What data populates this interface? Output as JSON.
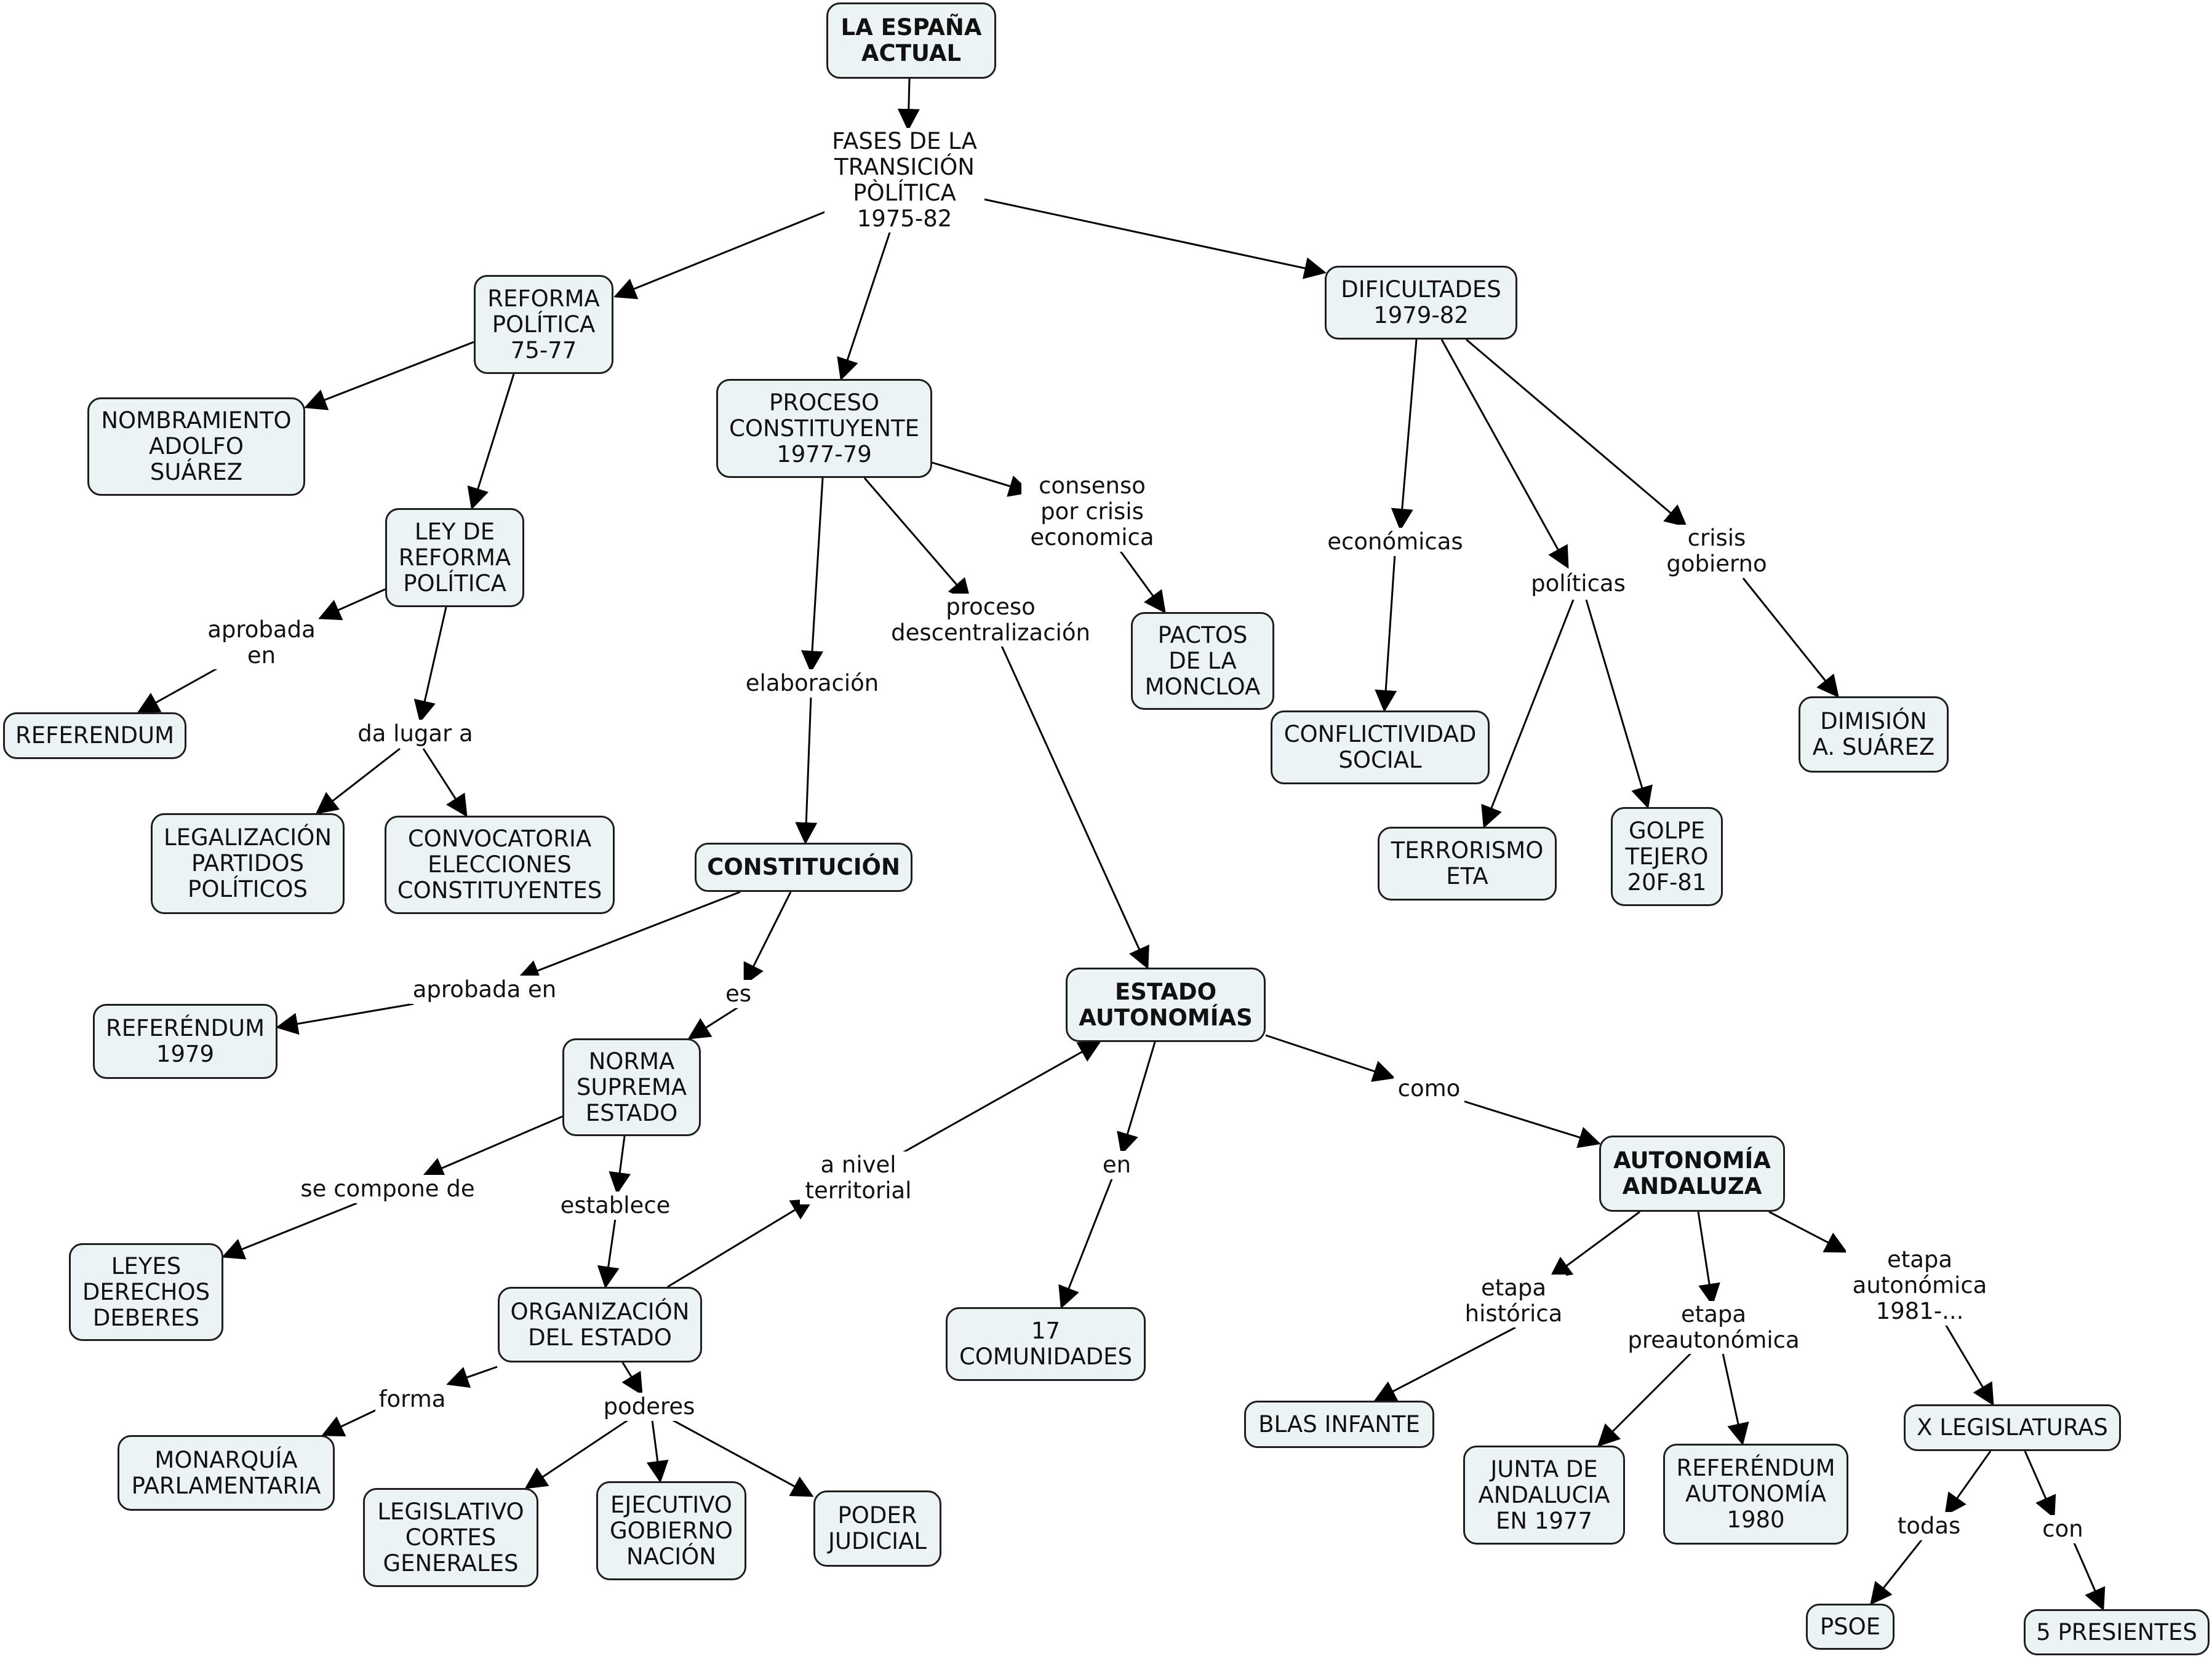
{
  "nodes": {
    "root": "LA ESPAÑA\nACTUAL",
    "reforma": "REFORMA\nPOLÍTICA\n75-77",
    "nombramiento": "NOMBRAMIENTO\nADOLFO\nSUÁREZ",
    "ley_reforma": "LEY DE\nREFORMA\nPOLÍTICA",
    "referendum": "REFERENDUM",
    "legalizacion": "LEGALIZACIÓN\nPARTIDOS\nPOLÍTICOS",
    "convocatoria": "CONVOCATORIA\nELECCIONES\nCONSTITUYENTES",
    "proceso": "PROCESO\nCONSTITUYENTE\n1977-79",
    "pactos": "PACTOS\nDE LA\nMONCLOA",
    "constitucion": "CONSTITUCIÓN",
    "referendum_1979": "REFERÉNDUM\n1979",
    "norma": "NORMA\nSUPREMA\nESTADO",
    "leyes": "LEYES\nDERECHOS\nDEBERES",
    "organizacion": "ORGANIZACIÓN\nDEL ESTADO",
    "monarquia": "MONARQUÍA\nPARLAMENTARIA",
    "legislativo": "LEGISLATIVO\nCORTES\nGENERALES",
    "ejecutivo": "EJECUTIVO\nGOBIERNO\nNACIÓN",
    "judicial": "PODER\nJUDICIAL",
    "estado_autonomias": "ESTADO\nAUTONOMÍAS",
    "comunidades": "17\nCOMUNIDADES",
    "dificultades": "DIFICULTADES\n1979-82",
    "conflictividad": "CONFLICTIVIDAD\nSOCIAL",
    "terrorismo": "TERRORISMO\nETA",
    "golpe": "GOLPE\nTEJERO\n20F-81",
    "dimision": "DIMISIÓN\nA. SUÁREZ",
    "autonomia_andaluza": "AUTONOMÍA\nANDALUZA",
    "blas_infante": "BLAS INFANTE",
    "junta": "JUNTA DE\nANDALUCIA\nEN 1977",
    "referendum_autonomia": "REFERÉNDUM\nAUTONOMÍA\n1980",
    "legislaturas": "X LEGISLATURAS",
    "psoe": "PSOE",
    "presientes": "5 PRESIENTES"
  },
  "links": {
    "fases": "FASES DE LA\nTRANSICIÓN\nPÒLÍTICA\n1975-82",
    "aprobada_en_1": "aprobada\nen",
    "da_lugar_a": "da lugar a",
    "consenso": "consenso\npor crisis\neconomica",
    "proceso_descentralizacion": "proceso\ndescentralización",
    "elaboracion": "elaboración",
    "aprobada_en_2": "aprobada en",
    "es": "es",
    "se_compone_de": "se compone de",
    "establece": "establece",
    "forma": "forma",
    "poderes": "poderes",
    "a_nivel_territorial": "a nivel\nterritorial",
    "en": "en",
    "como": "como",
    "economicas": "económicas",
    "politicas": "políticas",
    "crisis_gobierno": "crisis\ngobierno",
    "etapa_historica": "etapa\nhistórica",
    "etapa_preautonomica": "etapa\npreautonómica",
    "etapa_autonomica": "etapa\nautonómica\n1981-...",
    "todas": "todas",
    "con": "con"
  }
}
